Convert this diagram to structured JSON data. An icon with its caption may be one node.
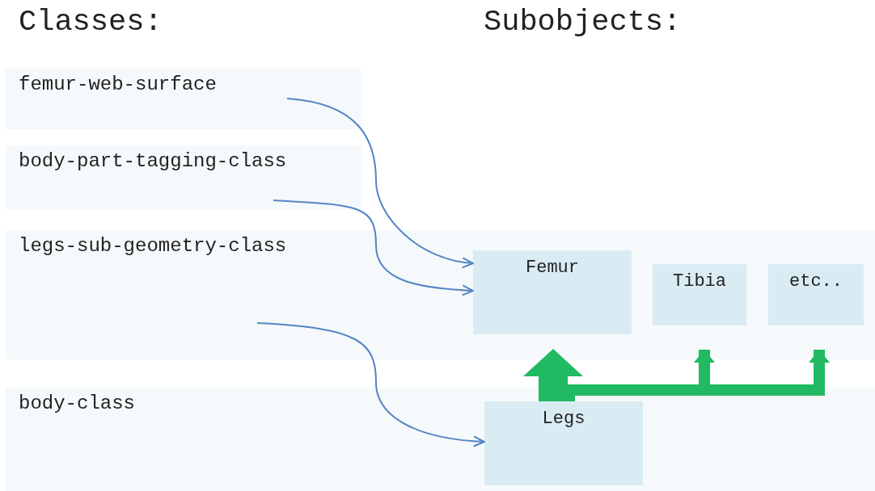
{
  "diagram": {
    "nodes": [
      {
        "text": [
          "femur-web-surface"
        ]
      },
      {
        "text": [
          "body-part-tagging-class"
        ]
      },
      {
        "text": [
          "legs-sub-geometry-class"
        ]
      },
      {
        "text": [
          "body-class"
        ]
      },
      {
        "text": [
          "Femur"
        ],
        "in": 2
      },
      {
        "text": [
          "Tibia"
        ],
        "in": 2
      },
      {
        "text": [
          "etc.."
        ],
        "in": 2
      },
      {
        "text": [
          "Legs"
        ],
        "in": 3
      }
    ],
    "edges": [
      {
        "from": 0,
        "to": 4,
        "arrow": "to"
      },
      {
        "from": 1,
        "to": 4,
        "arrow": "to"
      },
      {
        "from": 2,
        "to": 7,
        "arrow": "to"
      },
      {
        "from": 7,
        "to": 4,
        "arrow": "to",
        "style": "thick",
        "color": "#21ba63"
      },
      {
        "from": 7,
        "to": 5,
        "arrow": "to",
        "style": "thick",
        "color": "#21ba63"
      },
      {
        "from": 7,
        "to": 6,
        "arrow": "to",
        "style": "thick",
        "color": "#21ba63"
      }
    ],
    "labels": [
      "Classes:",
      "Subobjects:"
    ]
  }
}
